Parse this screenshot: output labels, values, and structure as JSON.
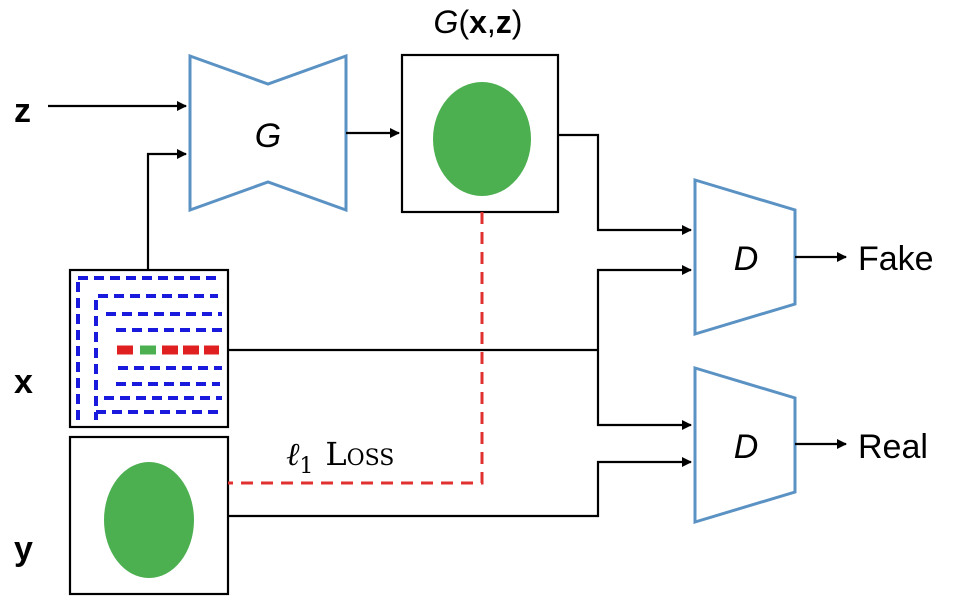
{
  "labels": {
    "z": "z",
    "x": "x",
    "y": "y",
    "generator": "G",
    "output_G": "G",
    "output_paren_open": "(",
    "output_x": "x",
    "output_comma": ",",
    "output_z": "z",
    "output_paren_close": ")",
    "disc_fake": "D",
    "disc_real": "D",
    "fake": "Fake",
    "real": "Real",
    "loss_ell": "ℓ",
    "loss_sub": "1",
    "loss_word": "Loss"
  },
  "colors": {
    "box_stroke": "#5b92c4",
    "green": "#4caf50",
    "red": "#e02020",
    "dash_blue": "#1a1adf",
    "loss_red": "#e03030",
    "line": "#000000"
  },
  "icons": {
    "x_input": "segmentation-map-thumbnail",
    "y_target": "green-ellipse-thumbnail",
    "g_output": "green-ellipse-thumbnail"
  }
}
